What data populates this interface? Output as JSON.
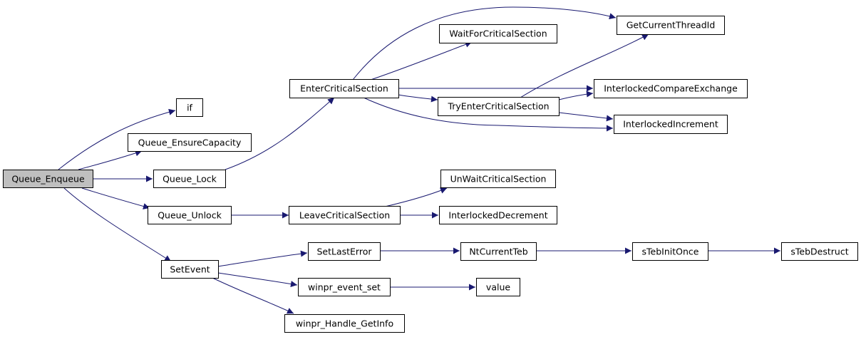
{
  "colors": {
    "edge": "#191970",
    "node_border": "#000000",
    "node_fill": "#ffffff",
    "root_fill": "#bfbfbf"
  },
  "nodes": {
    "queue_enqueue": "Queue_Enqueue",
    "if": "if",
    "queue_ensurecapacity": "Queue_EnsureCapacity",
    "queue_lock": "Queue_Lock",
    "queue_unlock": "Queue_Unlock",
    "setevent": "SetEvent",
    "entercriticalsection": "EnterCriticalSection",
    "leavecriticalsection": "LeaveCriticalSection",
    "setlasterror": "SetLastError",
    "winpr_event_set": "winpr_event_set",
    "winpr_handle_getinfo": "winpr_Handle_GetInfo",
    "getcurrentthreadid": "GetCurrentThreadId",
    "waitforcriticalsection": "WaitForCriticalSection",
    "interlockedcompareexchange": "InterlockedCompareExchange",
    "tryentercriticalsection": "TryEnterCriticalSection",
    "interlockedincrement": "InterlockedIncrement",
    "unwaitcriticalsection": "UnWaitCriticalSection",
    "interlockeddecrement": "InterlockedDecrement",
    "ntcurrentteb": "NtCurrentTeb",
    "value": "value",
    "stebinitonce": "sTebInitOnce",
    "stebdestruct": "sTebDestruct"
  }
}
